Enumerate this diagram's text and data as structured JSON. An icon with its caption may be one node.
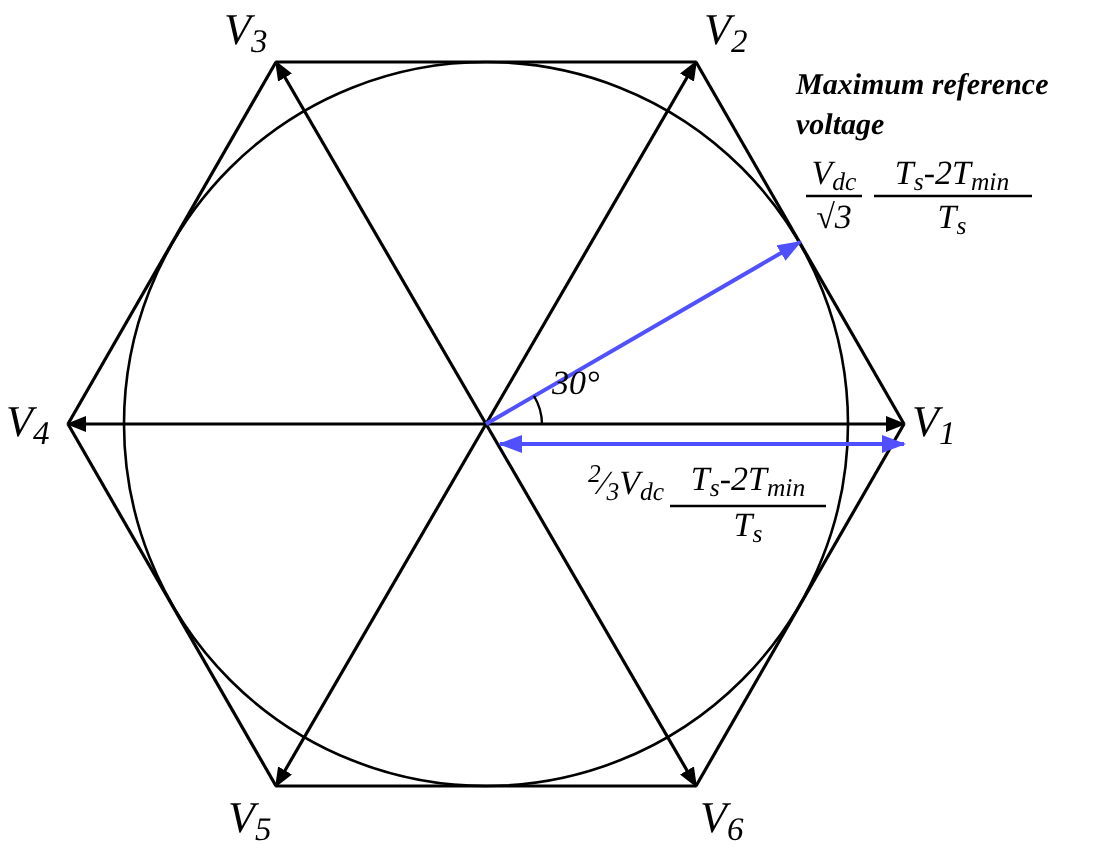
{
  "diagram": {
    "nodes": [
      {
        "text": [
          "V$_{1}$"
        ]
      },
      {
        "text": [
          "V$_{2}$"
        ]
      },
      {
        "text": [
          "V$_{3}$"
        ]
      },
      {
        "text": [
          "V$_{4}$"
        ]
      },
      {
        "text": [
          "V$_{5}$"
        ]
      },
      {
        "text": [
          "V$_{6}$"
        ]
      }
    ],
    "edges": [
      {
        "from": null,
        "to": 0,
        "arrow": "to"
      },
      {
        "from": null,
        "to": 1,
        "arrow": "to"
      },
      {
        "from": null,
        "to": 2,
        "arrow": "to"
      },
      {
        "from": null,
        "to": 3,
        "arrow": "to"
      },
      {
        "from": null,
        "to": 4,
        "arrow": "to"
      },
      {
        "from": null,
        "to": 5,
        "arrow": "to"
      },
      {
        "from": 0,
        "to": 1,
        "arrow": "none"
      },
      {
        "from": 1,
        "to": 2,
        "arrow": "none"
      },
      {
        "from": 2,
        "to": 3,
        "arrow": "none"
      },
      {
        "from": 3,
        "to": 4,
        "arrow": "none"
      },
      {
        "from": 4,
        "to": 5,
        "arrow": "none"
      },
      {
        "from": 5,
        "to": 0,
        "arrow": "none"
      },
      {
        "from": null,
        "to": 0,
        "arrow": "both",
        "color": "#5050ff"
      }
    ],
    "labels": [
      "Maximum reference voltage",
      "V$_{dc}$",
      "√3",
      "T$_{s}$-2T$_{min}$",
      "T$_{s}$",
      "30°",
      "$^{2}$⁄$_{3}$V$_{dc}$",
      "T$_{s}$-2T$_{min}$",
      "T$_{s}$"
    ]
  }
}
